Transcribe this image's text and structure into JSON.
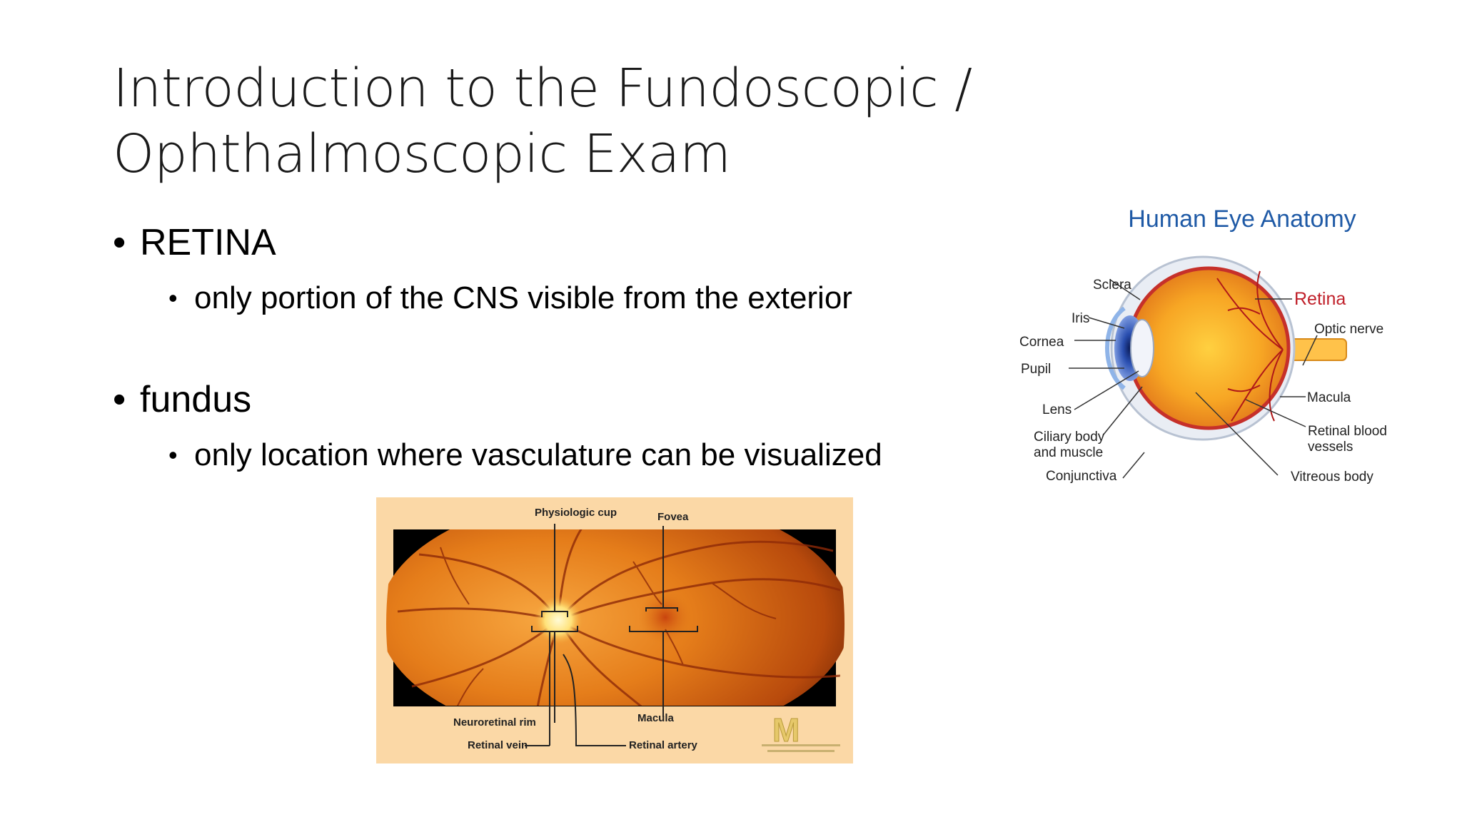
{
  "slide": {
    "title_line1": "Introduction to the Fundoscopic /",
    "title_line2": "Ophthalmoscopic Exam",
    "bullets": [
      {
        "label": "RETINA",
        "sub": "only portion of the CNS visible from the exterior"
      },
      {
        "label": "fundus",
        "sub": "only location where vasculature can be visualized"
      }
    ]
  },
  "fundus_image": {
    "labels": {
      "physiologic_cup": "Physiologic cup",
      "fovea": "Fovea",
      "neuroretinal_rim": "Neuroretinal rim",
      "macula": "Macula",
      "retinal_vein": "Retinal vein",
      "retinal_artery": "Retinal artery"
    },
    "logo": "M",
    "colors": {
      "background": "#fbd8a6",
      "retina": "#e07a16",
      "disc": "#fff3b0"
    }
  },
  "eye_diagram": {
    "title": "Human Eye Anatomy",
    "labels": {
      "sclera": "Sclera",
      "iris": "Iris",
      "cornea": "Cornea",
      "pupil": "Pupil",
      "lens": "Lens",
      "ciliary_1": "Ciliary body",
      "ciliary_2": "and muscle",
      "conjunctiva": "Conjunctiva",
      "retina": "Retina",
      "optic_nerve": "Optic nerve",
      "macula": "Macula",
      "vessels_1": "Retinal blood",
      "vessels_2": "vessels",
      "vitreous": "Vitreous body"
    },
    "colors": {
      "title": "#1f5aa6",
      "retina_label": "#c0202a",
      "eye": "#f39c1c"
    }
  }
}
